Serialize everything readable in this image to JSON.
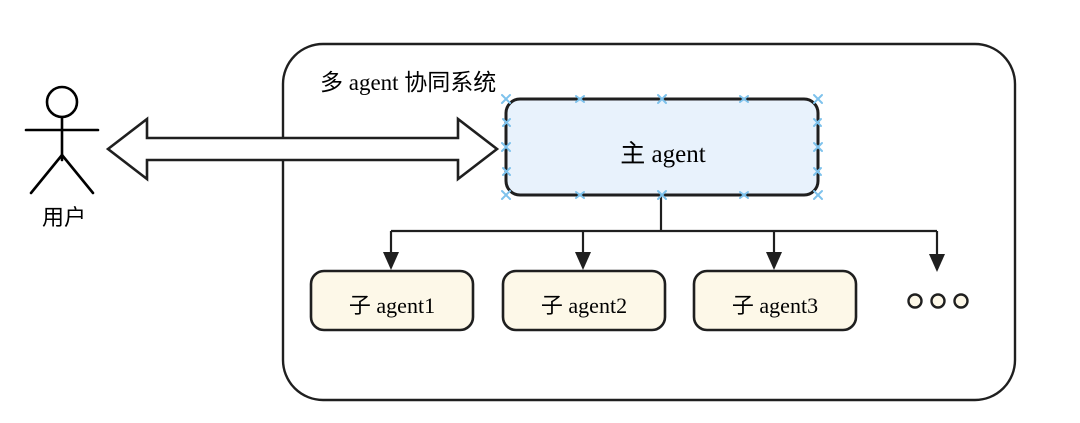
{
  "diagram": {
    "title": "多 agent 协同系统",
    "actor": {
      "icon": "stick-figure-actor-icon",
      "label": "用户"
    },
    "connector": {
      "type": "double-headed-block-arrow",
      "direction": "bidirectional",
      "from": "用户",
      "to": "主 agent"
    },
    "main_agent": {
      "label": "主 agent",
      "fill": "#e8f2fc",
      "stroke": "#1f1f1f",
      "selected": true,
      "selection_handle_color": "#7ec2ec"
    },
    "children": [
      {
        "label": "子 agent1",
        "fill": "#fdf8e8",
        "stroke": "#1f1f1f"
      },
      {
        "label": "子 agent2",
        "fill": "#fdf8e8",
        "stroke": "#1f1f1f"
      },
      {
        "label": "子 agent3",
        "fill": "#fdf8e8",
        "stroke": "#1f1f1f"
      }
    ],
    "ellipsis": {
      "symbol": "three-circles-ellipsis",
      "count": 3,
      "meaning": "more child agents"
    },
    "container": {
      "stroke": "#1f1f1f",
      "fill": "#ffffff",
      "corner_radius": 40
    },
    "colors": {
      "main_agent_fill": "#e8f2fc",
      "child_agent_fill": "#fdf8e8",
      "line": "#1f1f1f",
      "selection": "#7ec2ec",
      "background": "#ffffff"
    }
  }
}
